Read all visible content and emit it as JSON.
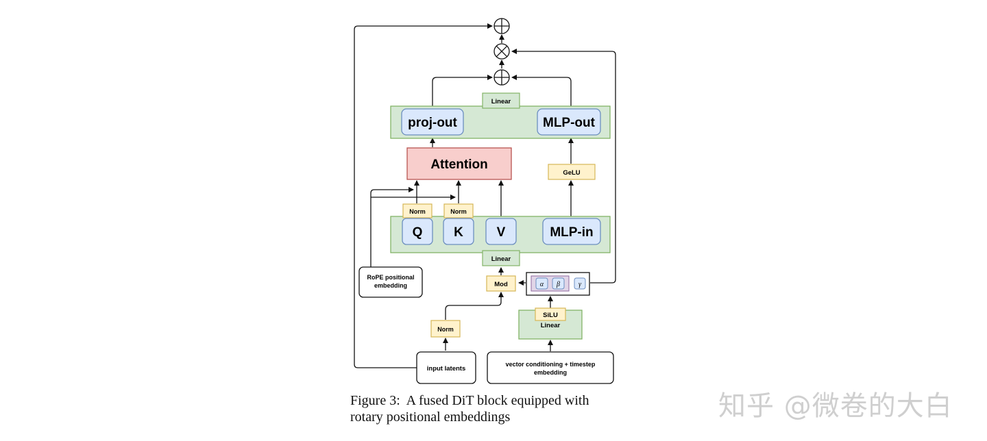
{
  "diagram": {
    "title": "A fused DiT block equipped with rotary positional embeddings",
    "nodes": {
      "proj_out": "proj-out",
      "mlp_out": "MLP-out",
      "linear_top": "Linear",
      "attention": "Attention",
      "gelu": "GeLU",
      "norm_q": "Norm",
      "norm_k": "Norm",
      "q": "Q",
      "k": "K",
      "v": "V",
      "mlp_in": "MLP-in",
      "linear_mid": "Linear",
      "rope": [
        "RoPE positional",
        "embedding"
      ],
      "mod": "Mod",
      "alpha": "α",
      "beta": "β",
      "gamma": "γ",
      "silu": "SiLU",
      "linear_cond": "Linear",
      "norm_in": "Norm",
      "input_latents": "input latents",
      "conditioning": [
        "vector conditioning + timestep",
        "embedding"
      ]
    },
    "colors": {
      "green_fill": "#d5e8d4",
      "green_stroke": "#82b366",
      "blue_fill": "#dae8fc",
      "blue_stroke": "#6c8ebf",
      "red_fill": "#f8cecc",
      "red_stroke": "#b85450",
      "yellow_fill": "#fff2cc",
      "yellow_stroke": "#d6b656",
      "purple_fill": "#e1d5e7",
      "purple_stroke": "#9673a6"
    }
  },
  "caption": {
    "line1": "Figure 3:  A fused DiT block equipped with",
    "line2": "rotary positional embeddings"
  },
  "watermark": "知乎 @微卷的大白"
}
